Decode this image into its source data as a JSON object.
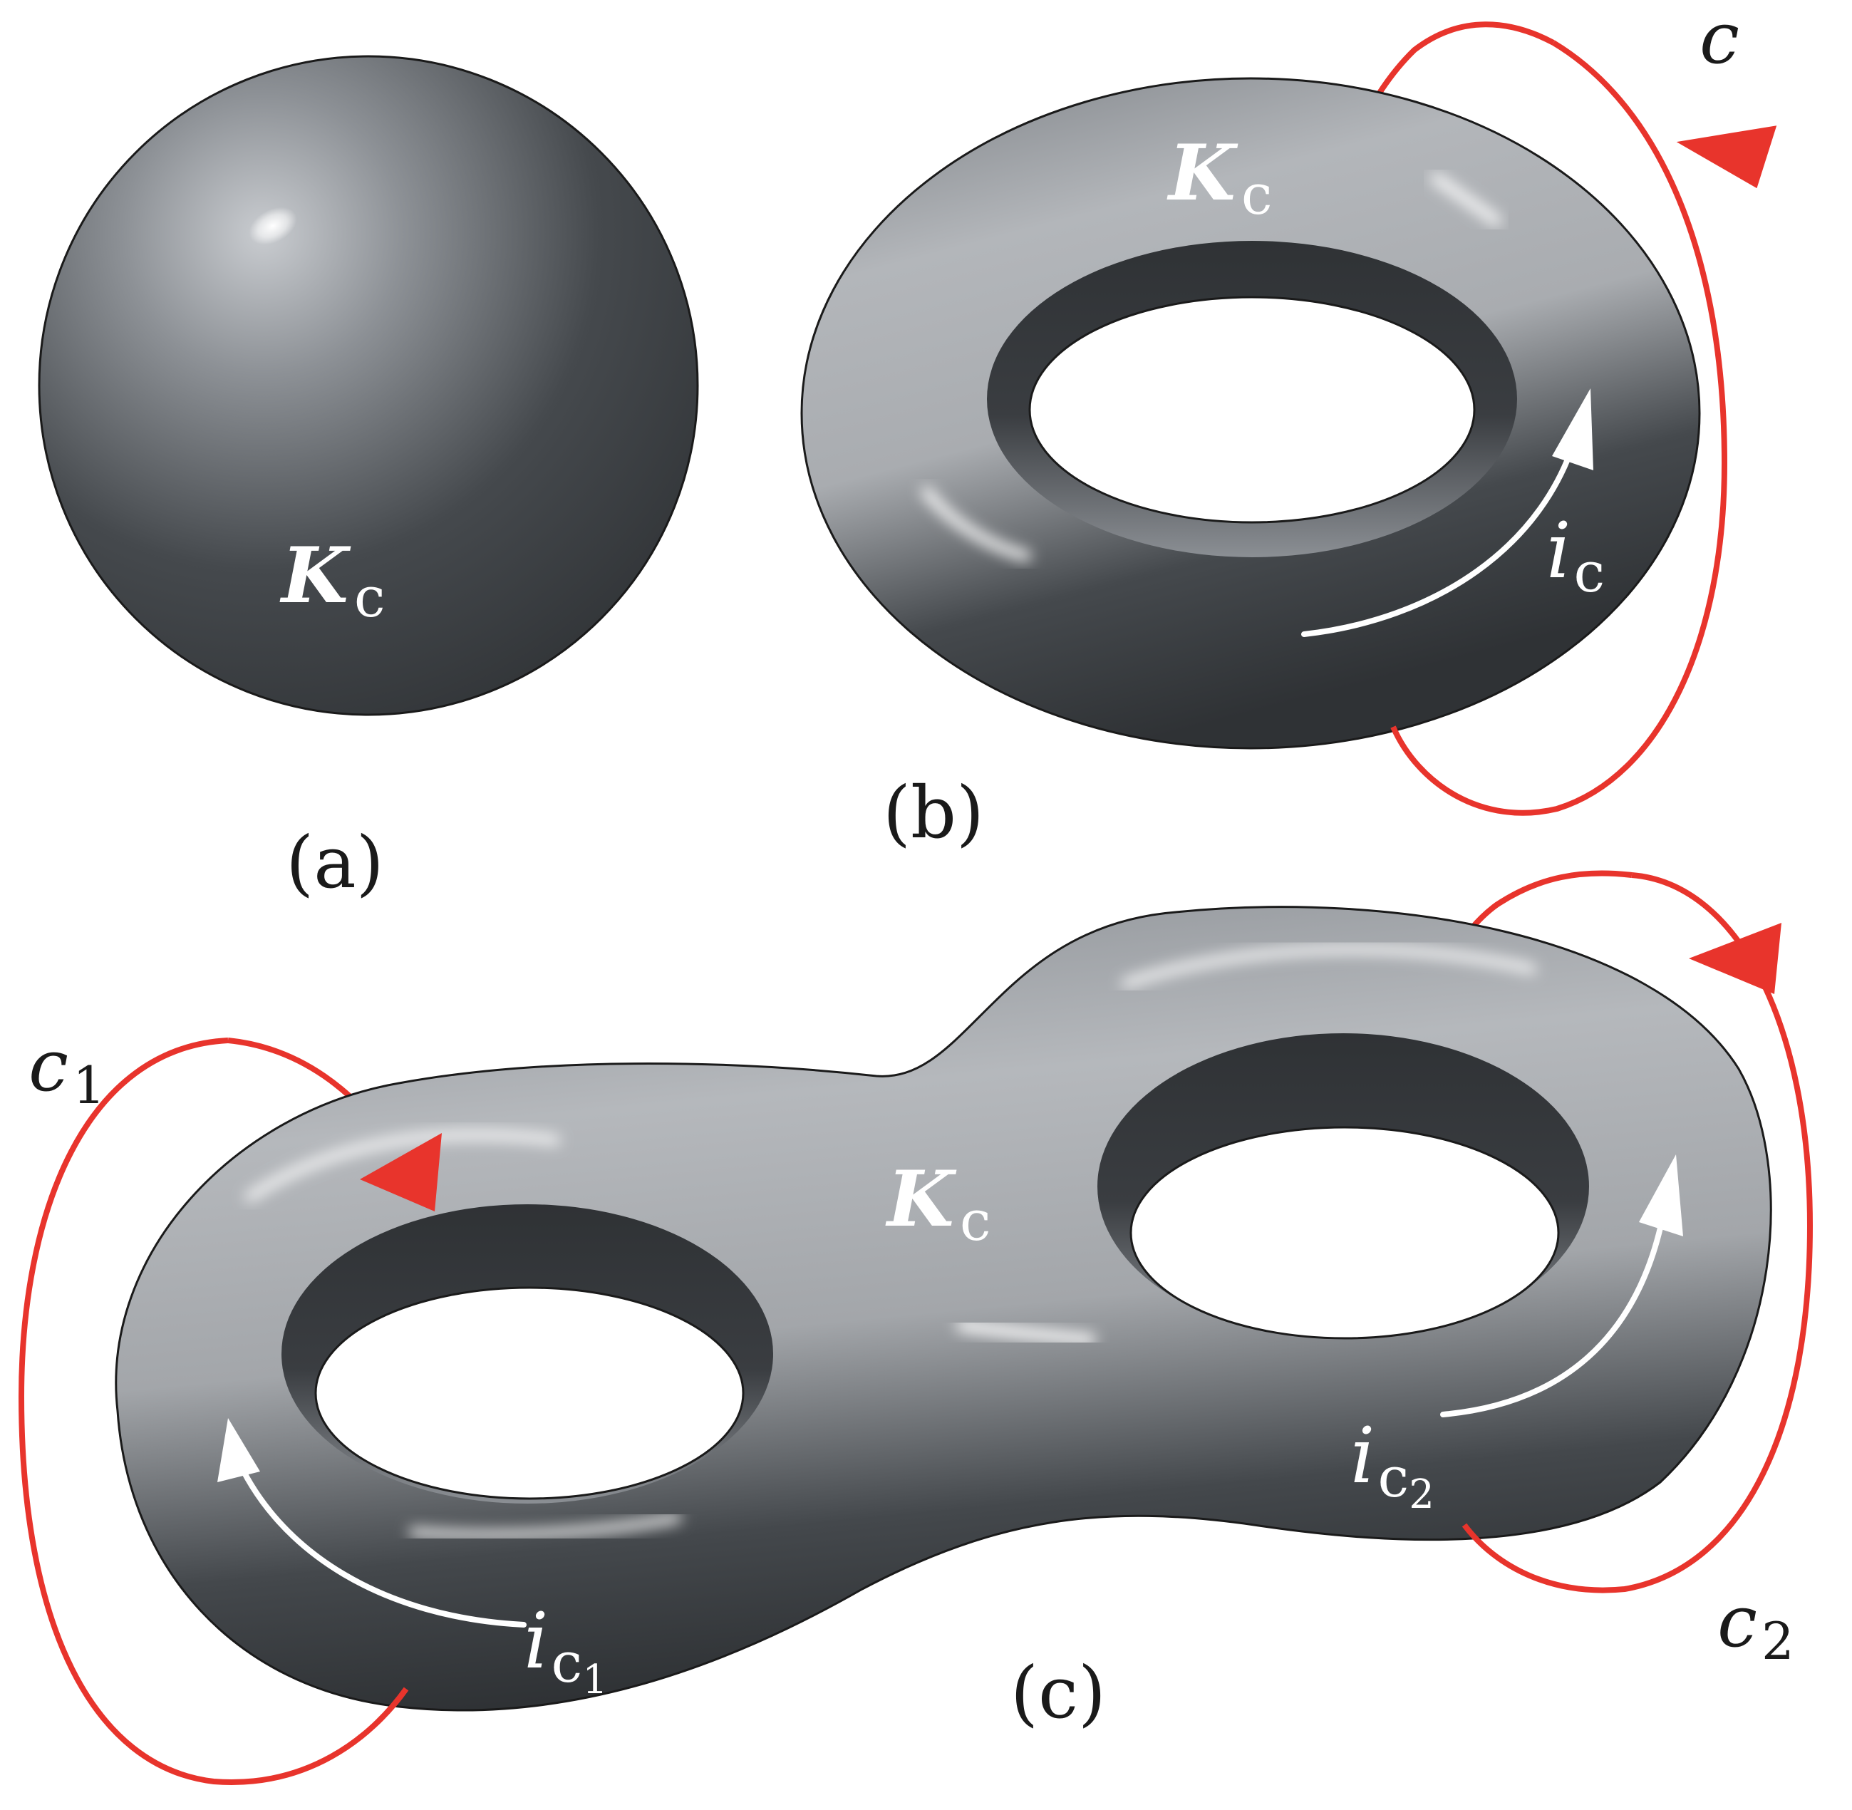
{
  "panels": {
    "a": {
      "label": "(a)",
      "surface_label": {
        "main": "K",
        "sub": "c"
      }
    },
    "b": {
      "label": "(b)",
      "surface_label": {
        "main": "K",
        "sub": "c"
      },
      "current_label": {
        "main": "i",
        "sub": "c"
      },
      "loop_label": "c"
    },
    "c": {
      "label": "(c)",
      "surface_label": {
        "main": "K",
        "sub": "c"
      },
      "current1_label": {
        "main": "i",
        "sub": "c",
        "subsub": "1"
      },
      "current2_label": {
        "main": "i",
        "sub": "c",
        "subsub": "2"
      },
      "loop1_label": {
        "main": "c",
        "sub": "1"
      },
      "loop2_label": {
        "main": "c",
        "sub": "2"
      }
    }
  },
  "colors": {
    "loop": "#e8342c",
    "surface_dark": "#303336",
    "surface_light": "#b9bcc0",
    "arrow": "#ffffff",
    "text": "#1a1a1a"
  }
}
